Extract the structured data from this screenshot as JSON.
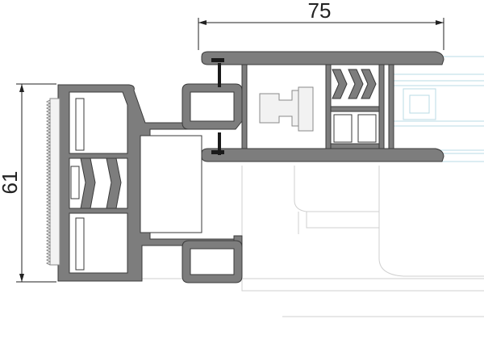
{
  "drawing": {
    "dimensions": [
      {
        "id": "width",
        "label": "75"
      },
      {
        "id": "height",
        "label": "61"
      }
    ],
    "colors": {
      "profile_outline": "#3a3a3a",
      "profile_fill": "#7d7d7d",
      "ghost_outline": "#cfcfcf",
      "glass_outline": "#b8dbe6",
      "dimension_line": "#222222"
    }
  }
}
